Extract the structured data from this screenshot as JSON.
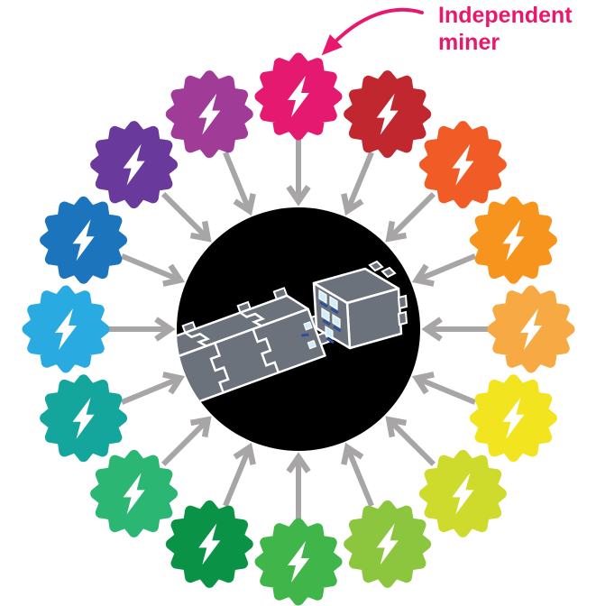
{
  "annotation": {
    "line1": "Independent",
    "line2": "miner",
    "color": "#E8186C",
    "points_to": "top-miner-badge"
  },
  "colors": {
    "background": "#FFFFFF",
    "arrow": "#A7A5A6",
    "network_circle": "#000000",
    "block_fill": "#6C727B",
    "block_outline": "#FFFFFF",
    "connector_dark_blue": "#2A4FA0",
    "connector_light_blue": "#CFEEF9",
    "bolt_cutout": "#FFFFFF"
  },
  "center": {
    "icon": "blockchain-blocks-icon"
  },
  "badges": [
    {
      "position": "n",
      "angle_deg": 90,
      "color": "#E5196F",
      "icon": "lightning-bolt-icon",
      "role": "independent-miner"
    },
    {
      "position": "nne",
      "angle_deg": 67.5,
      "color": "#C1272F",
      "icon": "lightning-bolt-icon"
    },
    {
      "position": "ne",
      "angle_deg": 45,
      "color": "#F15B26",
      "icon": "lightning-bolt-icon"
    },
    {
      "position": "ene",
      "angle_deg": 22.5,
      "color": "#F7941E",
      "icon": "lightning-bolt-icon"
    },
    {
      "position": "e",
      "angle_deg": 0,
      "color": "#F7A944",
      "icon": "lightning-bolt-icon"
    },
    {
      "position": "ese",
      "angle_deg": 337.5,
      "color": "#F2E51F",
      "icon": "lightning-bolt-icon"
    },
    {
      "position": "se",
      "angle_deg": 315,
      "color": "#CEDA2C",
      "icon": "lightning-bolt-icon"
    },
    {
      "position": "sse",
      "angle_deg": 292.5,
      "color": "#8CC63F",
      "icon": "lightning-bolt-icon"
    },
    {
      "position": "s",
      "angle_deg": 270,
      "color": "#3FB54A",
      "icon": "lightning-bolt-icon"
    },
    {
      "position": "ssw",
      "angle_deg": 247.5,
      "color": "#0A9347",
      "icon": "lightning-bolt-icon"
    },
    {
      "position": "sw",
      "angle_deg": 225,
      "color": "#2BB673",
      "icon": "lightning-bolt-icon"
    },
    {
      "position": "wsw",
      "angle_deg": 202.5,
      "color": "#14A59C",
      "icon": "lightning-bolt-icon"
    },
    {
      "position": "w",
      "angle_deg": 180,
      "color": "#29ABE2",
      "icon": "lightning-bolt-icon"
    },
    {
      "position": "wnw",
      "angle_deg": 157.5,
      "color": "#1C75BC",
      "icon": "lightning-bolt-icon"
    },
    {
      "position": "nw",
      "angle_deg": 135,
      "color": "#693A9C",
      "icon": "lightning-bolt-icon"
    },
    {
      "position": "nnw",
      "angle_deg": 112.5,
      "color": "#A03C98",
      "icon": "lightning-bolt-icon"
    }
  ]
}
